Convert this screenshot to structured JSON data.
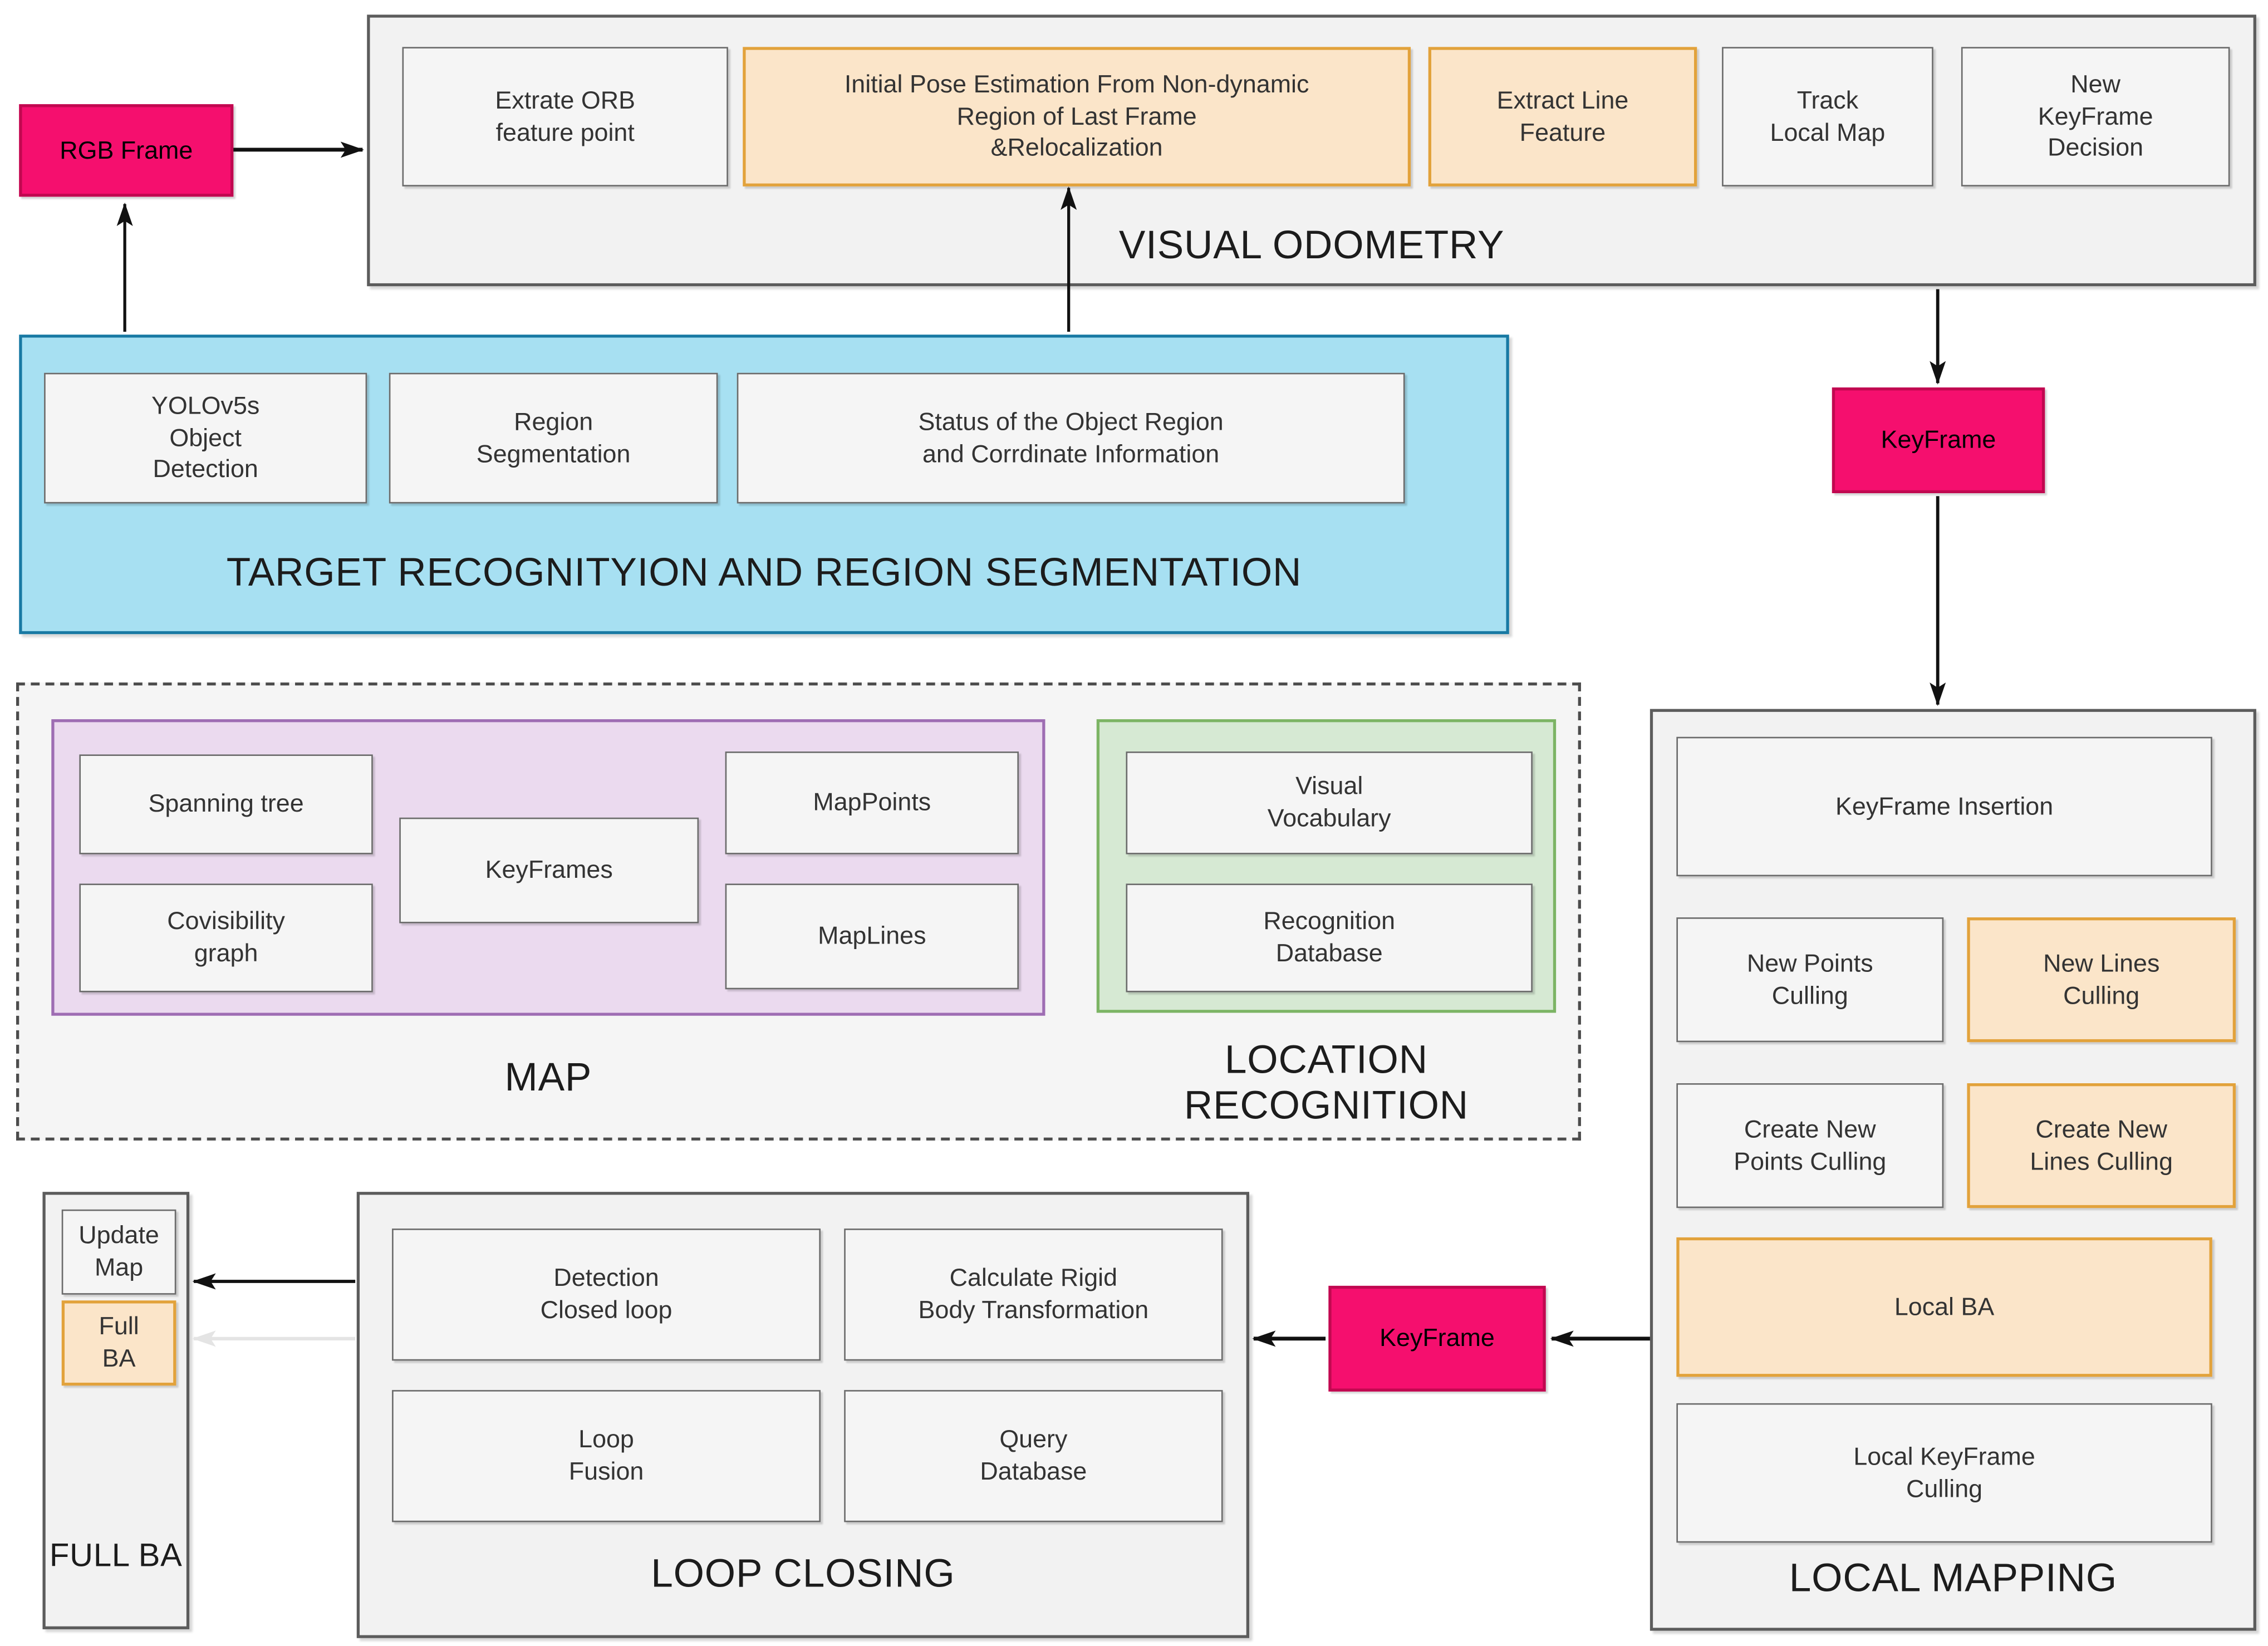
{
  "colors": {
    "pink_fill": "#F50F6E",
    "pink_border": "#C10850",
    "orange_fill": "#FBE5C9",
    "orange_border": "#E2A23B",
    "gray_fill": "#F5F5F5",
    "gray_border": "#6B6B6B",
    "section_fill": "#F2F2F2",
    "section_border": "#5C5C5C",
    "blue_fill": "#A7E0F2",
    "blue_border": "#1879A3",
    "purple_fill": "#EBDAEF",
    "purple_border": "#9E6DB3",
    "green_fill": "#D6E9D3",
    "green_border": "#7CB464",
    "arrow": "#111111",
    "faint_arrow": "#E4E4E4"
  },
  "sections": {
    "visual_odometry": "VISUAL ODOMETRY",
    "target_recognition": "TARGET RECOGNITYION AND REGION SEGMENTATION",
    "map": "MAP",
    "location_recognition": "LOCATION\nRECOGNITION",
    "local_mapping": "LOCAL MAPPING",
    "loop_closing": "LOOP CLOSING",
    "full_ba": "FULL BA"
  },
  "nodes": {
    "rgb_frame": "RGB Frame",
    "extract_orb": "Extrate ORB\nfeature point",
    "initial_pose": "Initial Pose Estimation From Non-dynamic\nRegion of Last Frame\n&Relocalization",
    "extract_line": "Extract Line\nFeature",
    "track_local_map": "Track\nLocal Map",
    "new_keyframe_decision": "New\nKeyFrame\nDecision",
    "yolo": "YOLOv5s\nObject\nDetection",
    "region_segmentation": "Region\nSegmentation",
    "status_object": "Status of the Object Region\nand  Corrdinate Information",
    "keyframe_top": "KeyFrame",
    "keyframe_bottom": "KeyFrame",
    "spanning_tree": "Spanning tree",
    "covisibility_graph": "Covisibility\ngraph",
    "keyframes": "KeyFrames",
    "map_points": "MapPoints",
    "map_lines": "MapLines",
    "visual_vocabulary": "Visual\nVocabulary",
    "recognition_database": "Recognition\nDatabase",
    "keyframe_insertion": "KeyFrame Insertion",
    "new_points_culling": "New Points\nCulling",
    "new_lines_culling": "New Lines\nCulling",
    "create_new_points_culling": "Create New\nPoints Culling",
    "create_new_lines_culling": "Create New\nLines Culling",
    "local_ba": "Local BA",
    "local_keyframe_culling": "Local KeyFrame\nCulling",
    "detection_closed_loop": "Detection\nClosed loop",
    "calculate_rigid": "Calculate Rigid\nBody Transformation",
    "loop_fusion": "Loop\nFusion",
    "query_database": "Query\nDatabase",
    "update_map": "Update\nMap",
    "full_ba": "Full\nBA"
  }
}
